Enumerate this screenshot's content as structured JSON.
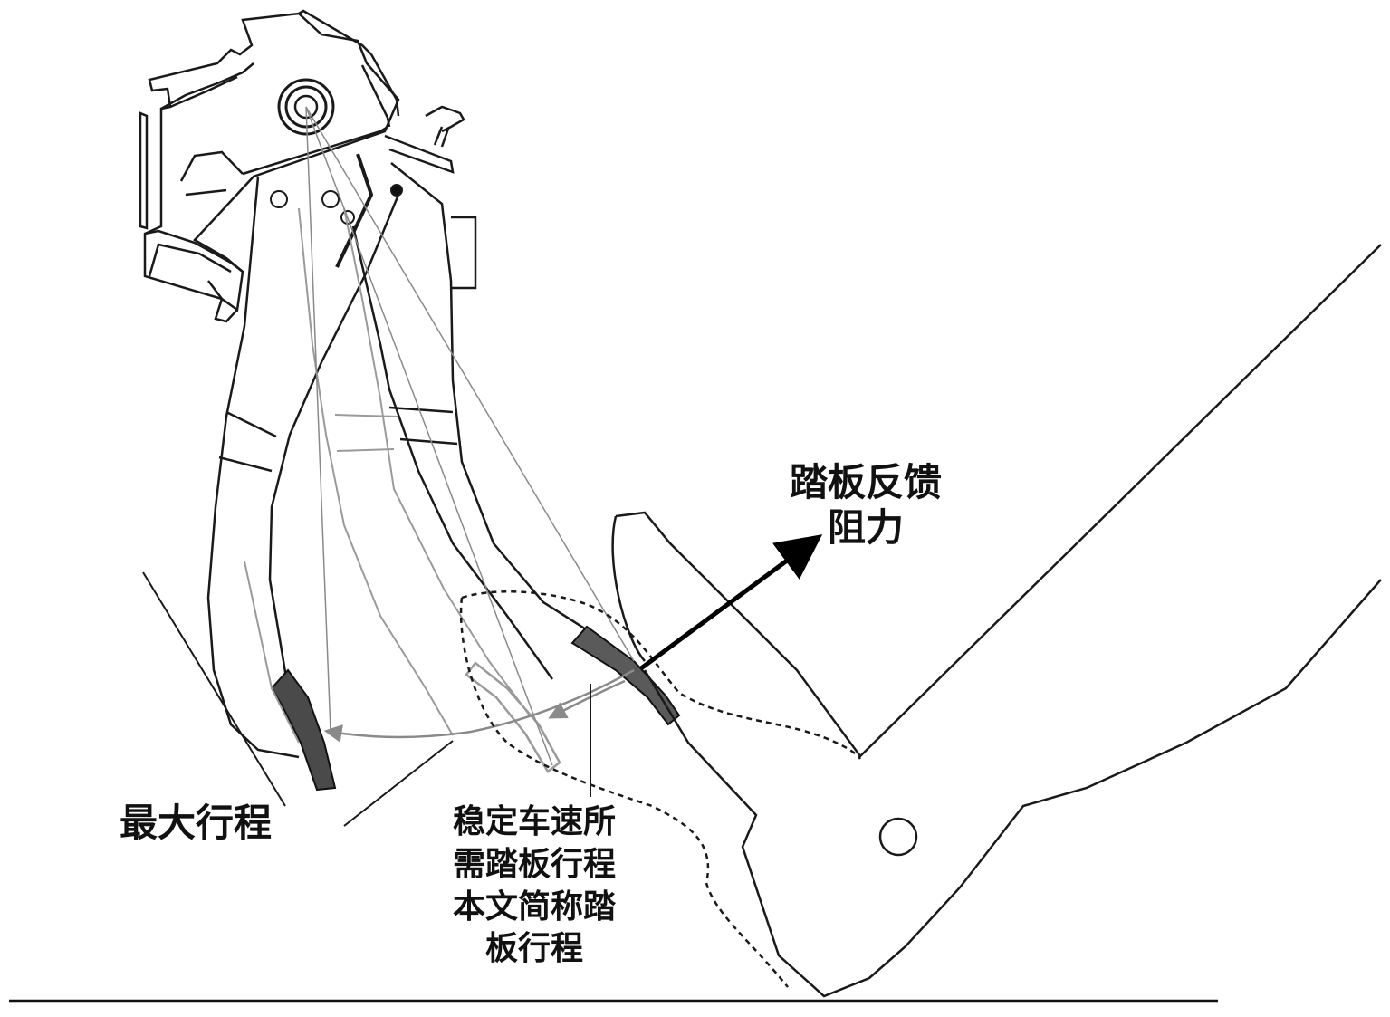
{
  "labels": {
    "feedback_line1": "踏板反馈",
    "feedback_line2": "阻力",
    "max_travel": "最大行程",
    "travel_line1": "稳定车速所",
    "travel_line2": "需踏板行程",
    "travel_line3": "本文简称踏",
    "travel_line4": "板行程"
  },
  "colors": {
    "outline": "#1a1a1a",
    "ghost": "#9a9a9a",
    "arrow": "#000000",
    "pad_fill": "#4a4a4a"
  }
}
